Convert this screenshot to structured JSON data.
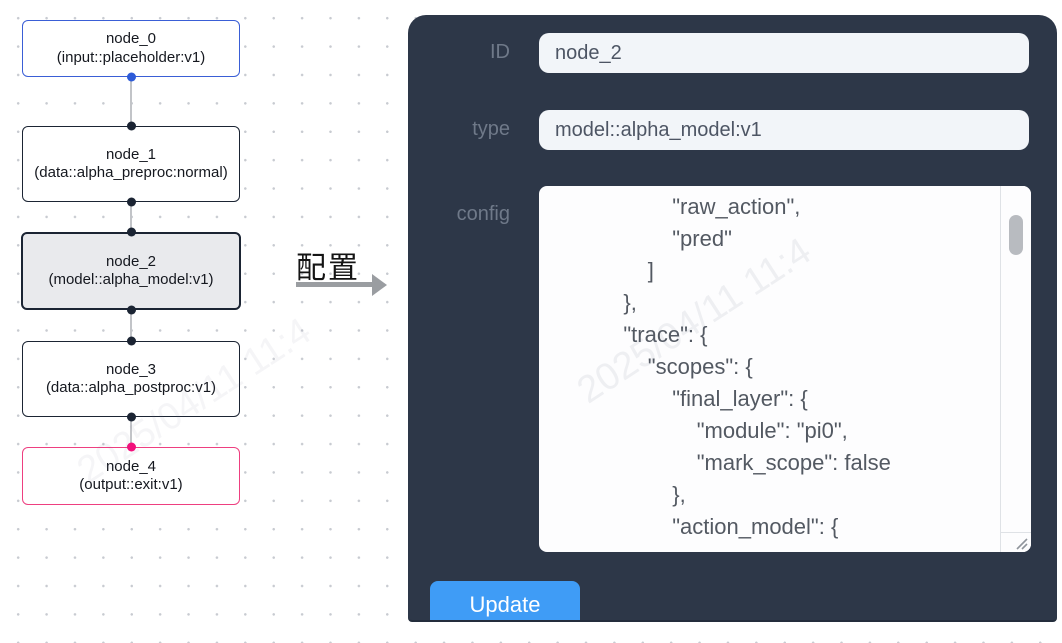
{
  "watermark": "2025/04/11 11:4",
  "canvas": {
    "nodes": [
      {
        "name": "node_0",
        "signature": "(input::placeholder:v1)"
      },
      {
        "name": "node_1",
        "signature": "(data::alpha_preproc:normal)"
      },
      {
        "name": "node_2",
        "signature": "(model::alpha_model:v1)"
      },
      {
        "name": "node_3",
        "signature": "(data::alpha_postproc:v1)"
      },
      {
        "name": "node_4",
        "signature": "(output::exit:v1)"
      }
    ],
    "selected_node": "node_2"
  },
  "transition": {
    "label": "配置"
  },
  "panel": {
    "fields": {
      "id": {
        "label": "ID",
        "value": "node_2"
      },
      "type": {
        "label": "type",
        "value": "model::alpha_model:v1"
      },
      "config": {
        "label": "config",
        "value": "                    \"raw_action\",\n                    \"pred\"\n                ]\n            },\n            \"trace\": {\n                \"scopes\": {\n                    \"final_layer\": {\n                        \"module\": \"pi0\",\n                        \"mark_scope\": false\n                    },\n                    \"action_model\": {"
      }
    },
    "update_button": "Update"
  },
  "colors": {
    "panel_bg": "#2d3748",
    "button_blue": "#3f9cf6",
    "input_node_border": "#3a5ed6",
    "output_node_border": "#ee3f80",
    "selected_node_bg": "#e9eaed",
    "node_border": "#1b2433",
    "input_handle_blue": "#2d5bd8",
    "output_handle_pink": "#f2117c"
  }
}
